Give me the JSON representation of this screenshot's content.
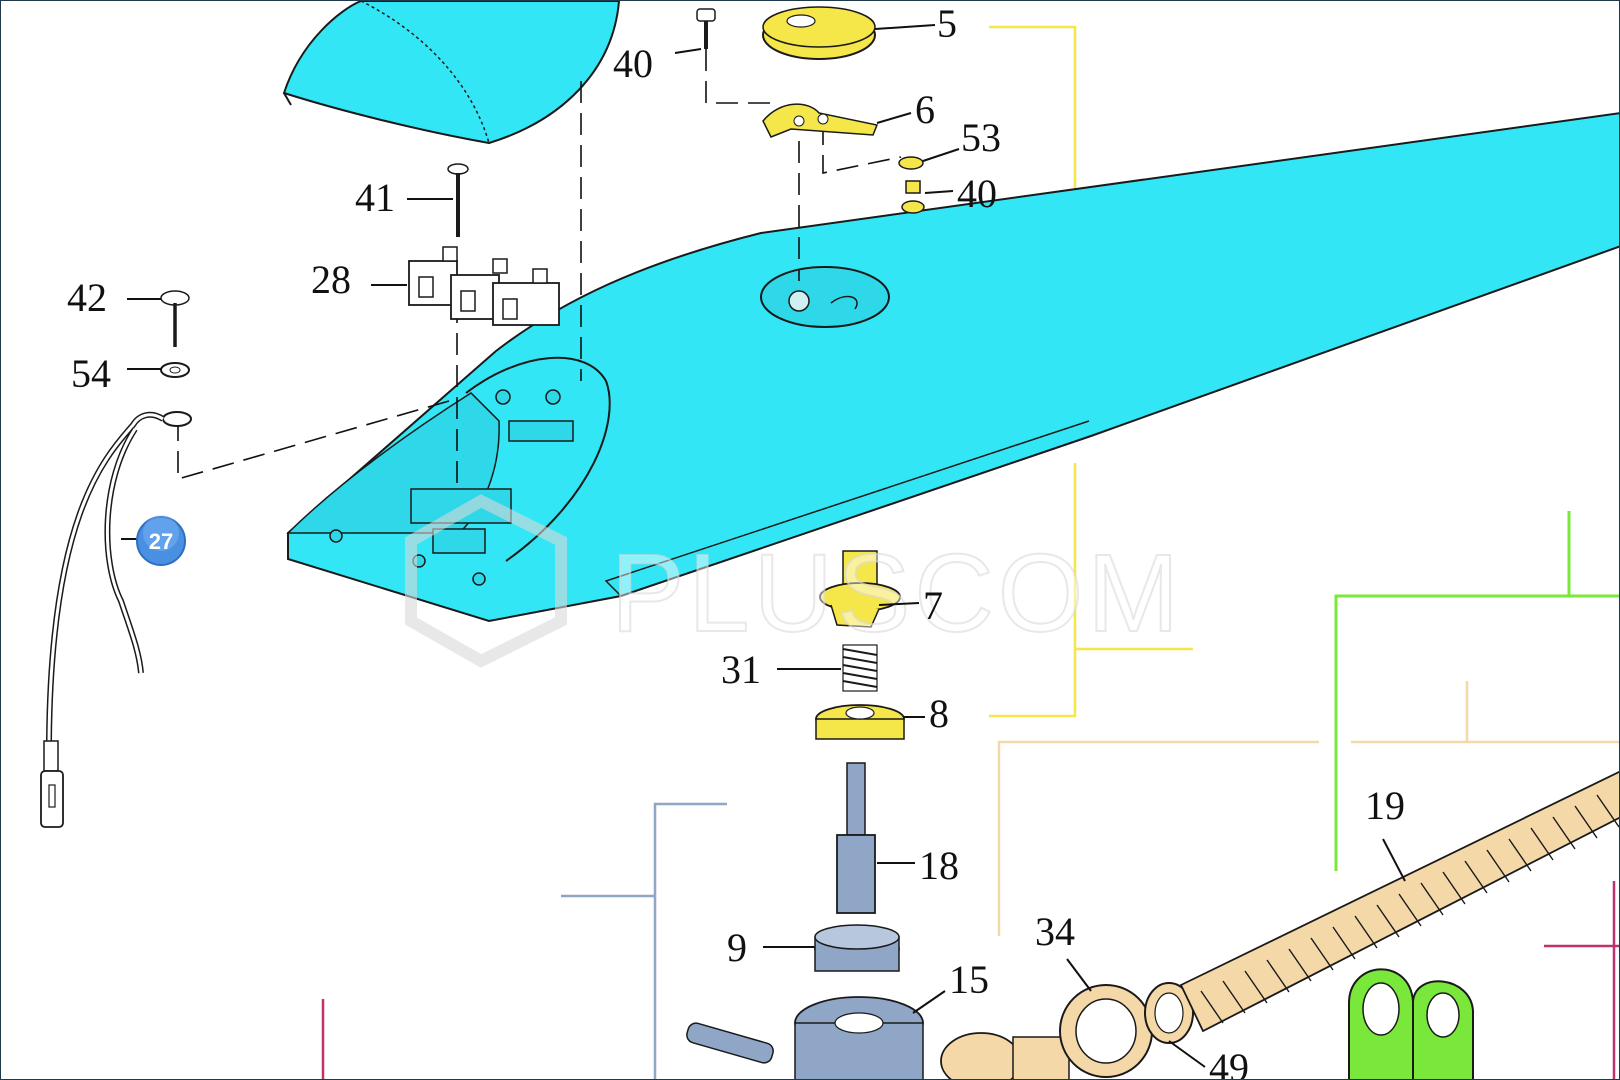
{
  "watermark": "PLUSCOM",
  "colors": {
    "cyan": "#33e6f5",
    "yellow": "#f5e64a",
    "slate": "#8fa6c6",
    "tan": "#f5d8a8",
    "green": "#7ae83a",
    "magenta": "#c0326e"
  },
  "parts": {
    "p5": "5",
    "p6": "6",
    "p53": "53",
    "p40a": "40",
    "p40b": "40",
    "p41": "41",
    "p28": "28",
    "p42": "42",
    "p54": "54",
    "p7": "7",
    "p31": "31",
    "p8": "8",
    "p18": "18",
    "p9": "9",
    "p15": "15",
    "p34": "34",
    "p49": "49",
    "p19": "19"
  },
  "hotspot": {
    "label": "27",
    "icon": "part-badge-icon"
  }
}
